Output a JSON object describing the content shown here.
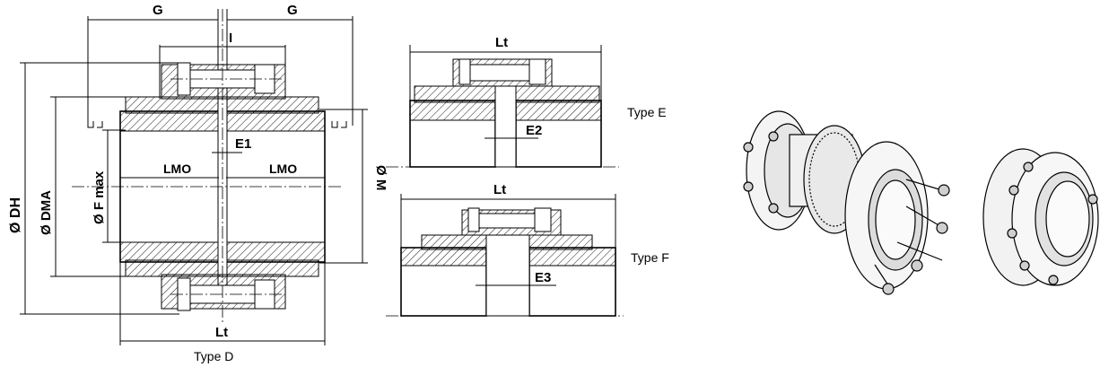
{
  "typeD": {
    "caption": "Type D",
    "dim_g_left": "G",
    "dim_g_right": "G",
    "dim_i": "I",
    "dim_e1": "E1",
    "dim_lmo_left": "LMO",
    "dim_lmo_right": "LMO",
    "dim_lt": "Lt",
    "dim_dh": "Ø DH",
    "dim_dma": "Ø DMA",
    "dim_fmax": "Ø F max",
    "dim_m": "Ø M"
  },
  "typeE": {
    "caption": "Type E",
    "dim_lt": "Lt",
    "dim_e2": "E2"
  },
  "typeF": {
    "caption": "Type F",
    "dim_lt": "Lt",
    "dim_e3": "E3"
  },
  "photos": [
    "coupling-exploded-view",
    "coupling-assembled-view"
  ]
}
